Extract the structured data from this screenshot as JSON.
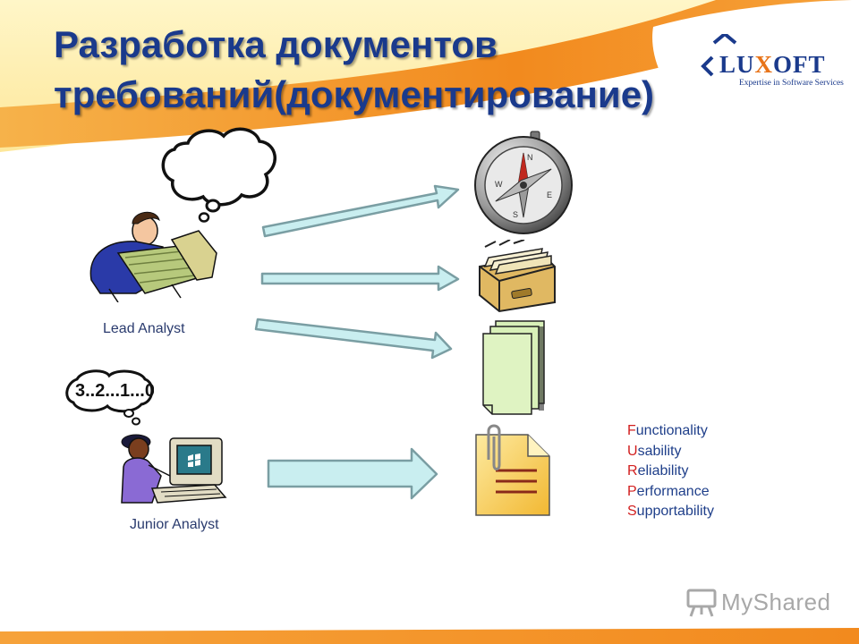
{
  "title": "Разработка документов требований(документирование)",
  "logo": {
    "main_prefix": "LU",
    "main_x": "X",
    "main_suffix": "OFT",
    "tagline": "Expertise in Software Services",
    "icon": "chevron-logo-icon"
  },
  "roles": {
    "lead": "Lead Analyst",
    "junior": "Junior Analyst"
  },
  "thought_bubble_text": "3..2...1...0",
  "artifact_icons": [
    "compass-icon",
    "card-file-icon",
    "documents-stack-icon",
    "requirements-document-icon"
  ],
  "quality_attributes": [
    {
      "initial": "F",
      "rest": "unctionality"
    },
    {
      "initial": "U",
      "rest": "sability"
    },
    {
      "initial": "R",
      "rest": "eliability"
    },
    {
      "initial": "P",
      "rest": "erformance"
    },
    {
      "initial": "S",
      "rest": "upportability"
    }
  ],
  "watermark": "MyShared",
  "colors": {
    "title": "#1a3a8c",
    "accent_orange": "#f39b2c",
    "arrow_fill": "#c9eef0",
    "arrow_stroke": "#7a9ea3",
    "attribute_initial": "#d21f1f",
    "attribute_text": "#1f3f8a"
  }
}
